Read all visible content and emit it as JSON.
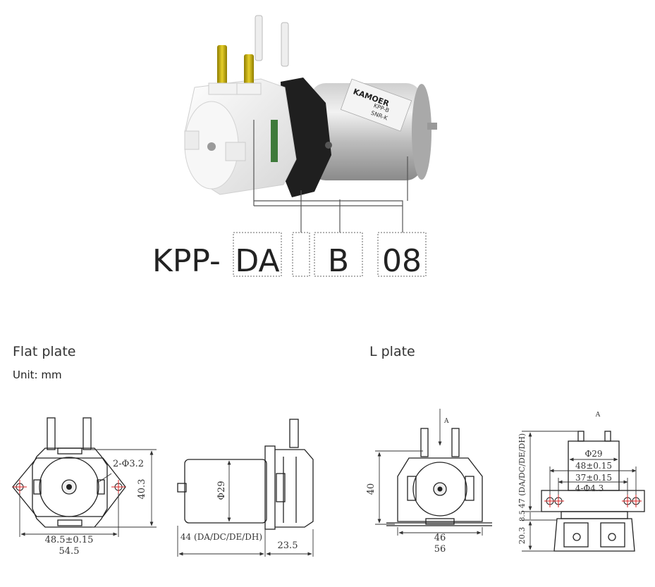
{
  "model": {
    "prefix": "KPP-",
    "parts": [
      "DA",
      "",
      "B",
      "08"
    ]
  },
  "motor_label": {
    "brand": "KAMOER",
    "line1": "KPP-B",
    "line2": "SNR-K"
  },
  "sections": {
    "flat_title": "Flat plate",
    "lplate_title": "L plate",
    "unit": "Unit: mm"
  },
  "flat_front": {
    "holes": "2-Φ3.2",
    "height": "40.3",
    "width_inner": "48.5±0.15",
    "width_outer": "54.5"
  },
  "flat_side": {
    "diameter": "Φ29",
    "motor_length": "44 (DA/DC/DE/DH)",
    "head_length": "23.5"
  },
  "lplate_front": {
    "arrow_label": "A",
    "height": "40",
    "width_inner": "46",
    "width_outer": "56"
  },
  "lplate_bottom": {
    "view_label": "A",
    "diameter": "Φ29",
    "span_outer": "48±0.15",
    "span_inner": "37±0.15",
    "holes": "4-Φ4.3",
    "height_total": "47 (DA/DC/DE/DH)",
    "height_base": "8.5",
    "height_head": "20.3"
  }
}
